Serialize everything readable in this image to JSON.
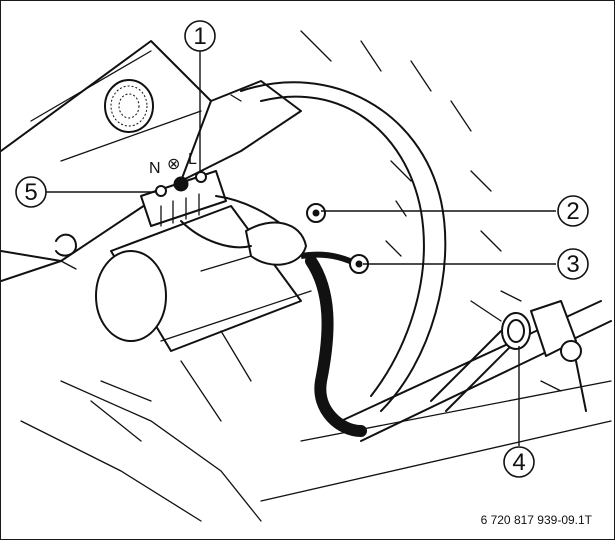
{
  "figure": {
    "callouts": [
      {
        "id": "1",
        "label": "1"
      },
      {
        "id": "2",
        "label": "2"
      },
      {
        "id": "3",
        "label": "3"
      },
      {
        "id": "4",
        "label": "4"
      },
      {
        "id": "5",
        "label": "5"
      }
    ],
    "terminal_markings": {
      "n": "N",
      "earth": "⊗",
      "l": "L"
    },
    "reference_code": "6 720 817 939-09.1T"
  }
}
